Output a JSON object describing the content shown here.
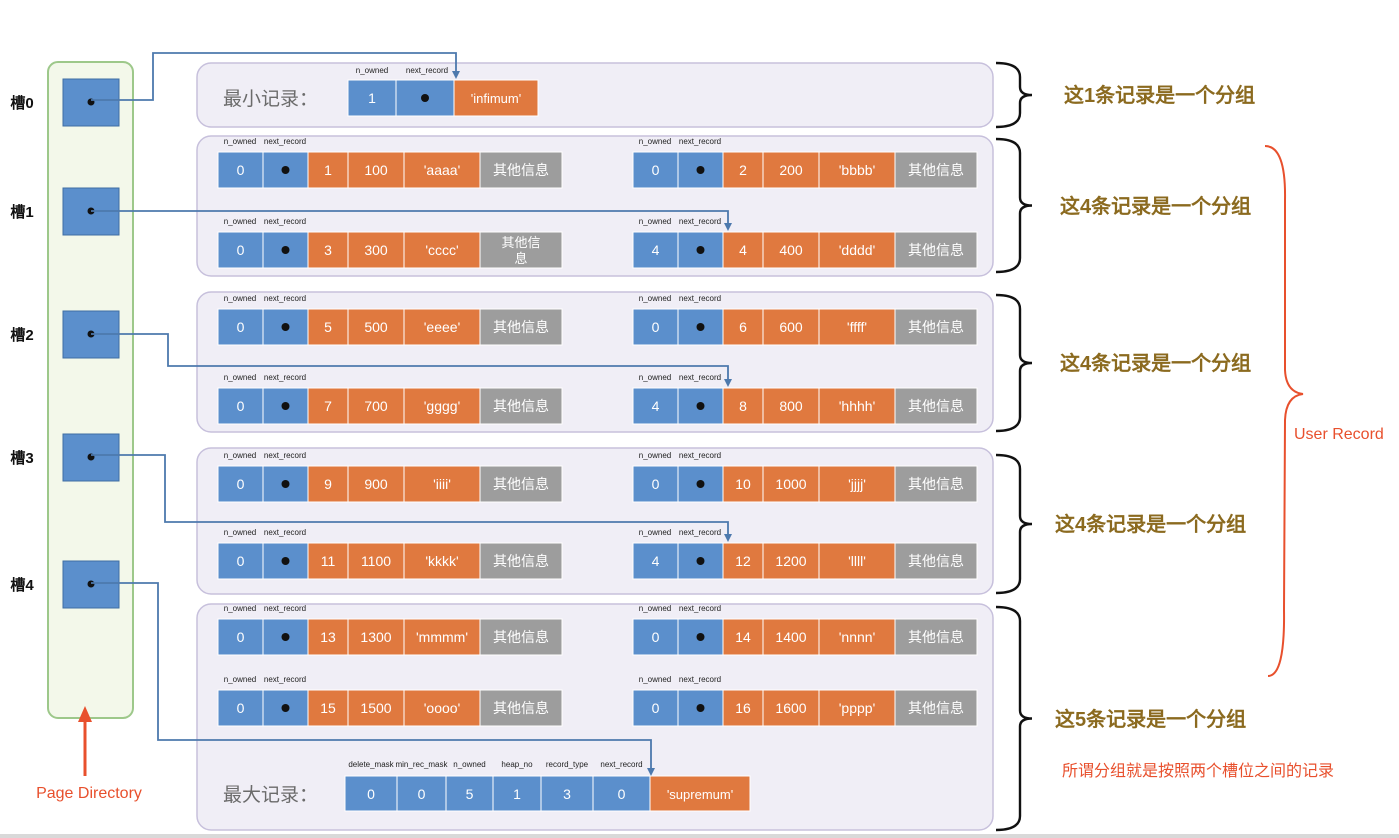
{
  "colors": {
    "blue": "#5b8fcc",
    "orange": "#e0793f",
    "gray": "#9d9d9d",
    "group_fill": "#f0eef6",
    "group_stroke": "#c7c0dc",
    "directory_fill": "#f3f8ea",
    "directory_stroke": "#9dc88a",
    "arrow": "#4d79ad",
    "group_label_text": "#8b6a1f",
    "annotation_red": "#e8502d"
  },
  "slots": [
    "槽0",
    "槽1",
    "槽2",
    "槽3",
    "槽4"
  ],
  "page_directory_label": "Page Directory",
  "user_record_label": "User Record",
  "infimum": {
    "label": "最小记录：",
    "headers": [
      "n_owned",
      "next_record"
    ],
    "n_owned": "1",
    "value": "'infimum'"
  },
  "supremum": {
    "label": "最大记录：",
    "headers": [
      "delete_mask",
      "min_rec_mask",
      "n_owned",
      "heap_no",
      "record_type",
      "next_record"
    ],
    "values": [
      "0",
      "0",
      "5",
      "1",
      "3",
      "0"
    ],
    "value": "'supremum'"
  },
  "record_headers": [
    "n_owned",
    "next_record"
  ],
  "records": [
    {
      "n_owned": "0",
      "id": "1",
      "num": "100",
      "text": "'aaaa'",
      "other": "其他信息"
    },
    {
      "n_owned": "0",
      "id": "2",
      "num": "200",
      "text": "'bbbb'",
      "other": "其他信息"
    },
    {
      "n_owned": "0",
      "id": "3",
      "num": "300",
      "text": "'cccc'",
      "other": "其他信息"
    },
    {
      "n_owned": "4",
      "id": "4",
      "num": "400",
      "text": "'dddd'",
      "other": "其他信息"
    },
    {
      "n_owned": "0",
      "id": "5",
      "num": "500",
      "text": "'eeee'",
      "other": "其他信息"
    },
    {
      "n_owned": "0",
      "id": "6",
      "num": "600",
      "text": "'ffff'",
      "other": "其他信息"
    },
    {
      "n_owned": "0",
      "id": "7",
      "num": "700",
      "text": "'gggg'",
      "other": "其他信息"
    },
    {
      "n_owned": "4",
      "id": "8",
      "num": "800",
      "text": "'hhhh'",
      "other": "其他信息"
    },
    {
      "n_owned": "0",
      "id": "9",
      "num": "900",
      "text": "'iiii'",
      "other": "其他信息"
    },
    {
      "n_owned": "0",
      "id": "10",
      "num": "1000",
      "text": "'jjjj'",
      "other": "其他信息"
    },
    {
      "n_owned": "0",
      "id": "11",
      "num": "1100",
      "text": "'kkkk'",
      "other": "其他信息"
    },
    {
      "n_owned": "4",
      "id": "12",
      "num": "1200",
      "text": "'llll'",
      "other": "其他信息"
    },
    {
      "n_owned": "0",
      "id": "13",
      "num": "1300",
      "text": "'mmmm'",
      "other": "其他信息"
    },
    {
      "n_owned": "0",
      "id": "14",
      "num": "1400",
      "text": "'nnnn'",
      "other": "其他信息"
    },
    {
      "n_owned": "0",
      "id": "15",
      "num": "1500",
      "text": "'oooo'",
      "other": "其他信息"
    },
    {
      "n_owned": "0",
      "id": "16",
      "num": "1600",
      "text": "'pppp'",
      "other": "其他信息"
    }
  ],
  "group_labels": [
    "这1条记录是一个分组",
    "这4条记录是一个分组",
    "这4条记录是一个分组",
    "这4条记录是一个分组",
    "这5条记录是一个分组"
  ],
  "note": "所谓分组就是按照两个槽位之间的记录"
}
